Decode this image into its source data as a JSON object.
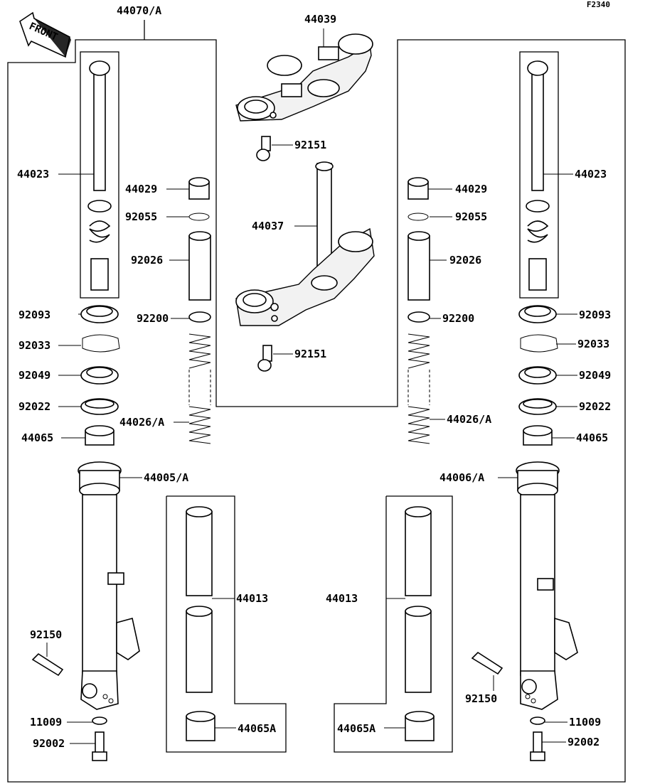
{
  "diagram": {
    "figure_code": "F2340",
    "front_label": "FRONT",
    "parts": {
      "p44070": "44070/A",
      "p44039": "44039",
      "p92151_top": "92151",
      "p92151_bot": "92151",
      "p44037": "44037",
      "p44023_l": "44023",
      "p44023_r": "44023",
      "p44029_l": "44029",
      "p44029_r": "44029",
      "p92055_l": "92055",
      "p92055_r": "92055",
      "p92026_l": "92026",
      "p92026_r": "92026",
      "p92200_l": "92200",
      "p92200_r": "92200",
      "p92093_l": "92093",
      "p92093_r": "92093",
      "p92033_l": "92033",
      "p92033_r": "92033",
      "p92049_l": "92049",
      "p92049_r": "92049",
      "p92022_l": "92022",
      "p92022_r": "92022",
      "p44065_l": "44065",
      "p44065_r": "44065",
      "p44026_l": "44026/A",
      "p44026_r": "44026/A",
      "p44005": "44005/A",
      "p44006": "44006/A",
      "p44013_l": "44013",
      "p44013_r": "44013",
      "p44065A_l": "44065A",
      "p44065A_r": "44065A",
      "p92150_l": "92150",
      "p92150_r": "92150",
      "p11009_l": "11009",
      "p11009_r": "11009",
      "p92002_l": "92002",
      "p92002_r": "92002"
    }
  }
}
